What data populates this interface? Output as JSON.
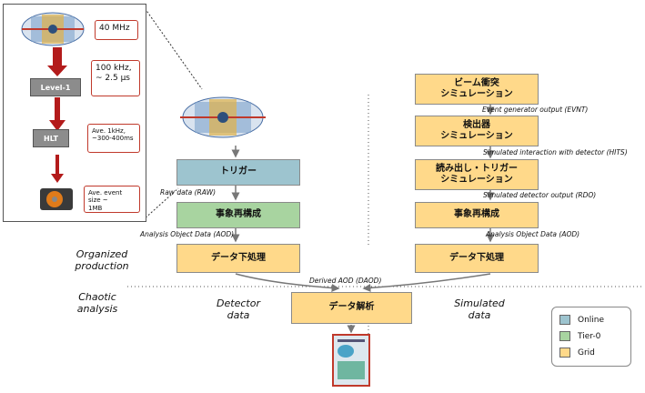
{
  "inset": {
    "callouts": [
      "40 MHz",
      "100 kHz,\n~ 2.5 µs",
      "Ave. 1kHz,\n~300-400ms",
      "Ave. event size ~\n1MB"
    ],
    "level1": "Level-1",
    "hlt": "HLT"
  },
  "detector": {
    "trigger": "トリガー",
    "raw": "Raw data (RAW)",
    "reco": "事象再構成",
    "aod": "Analysis Object Data (AOD)",
    "derivation": "データ下処理"
  },
  "simulation": {
    "beam": "ビーム衝突\nシミュレーション",
    "evnt": "Event generator output (EVNT)",
    "detector_sim": "検出器\nシミュレーション",
    "hits": "Simulated interaction with detector (HITS)",
    "readout": "読み出し・トリガー\nシミュレーション",
    "rdo": "Simulated detector output (RDO)",
    "reco": "事象再構成",
    "aod": "Analysis Object Data (AOD)",
    "derivation": "データ下処理"
  },
  "bottom": {
    "daod": "Derived AOD (DAOD)",
    "analysis": "データ解析",
    "organized": "Organized\nproduction",
    "chaotic": "Chaotic\nanalysis",
    "detector_data": "Detector\ndata",
    "simulated_data": "Simulated\ndata"
  },
  "legend": {
    "online": "Online",
    "tier0": "Tier-0",
    "grid": "Grid"
  },
  "colors": {
    "online": "#9dc4cf",
    "tier0": "#a8d4a0",
    "grid": "#ffd98a",
    "arrow_red": "#b31b1b",
    "callout_border": "#c0392b"
  }
}
